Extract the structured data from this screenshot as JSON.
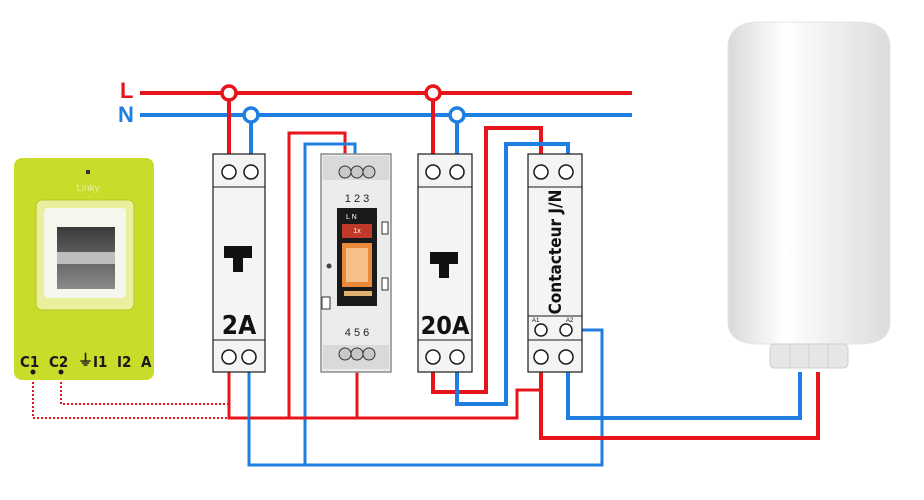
{
  "bus": {
    "line_label": "L",
    "neutral_label": "N"
  },
  "meter": {
    "brand": "Linky",
    "terminals": [
      "C1",
      "C2",
      "⏚",
      "I1",
      "I2",
      "A"
    ]
  },
  "breaker_small": {
    "rating": "2A"
  },
  "breaker_large": {
    "rating": "20A"
  },
  "relay": {
    "top_terminals": "1 2 3",
    "bottom_terminals": "4 5 6",
    "label_ln": "L  N",
    "label_mode": "1x"
  },
  "contactor": {
    "name": "Contacteur J/N",
    "coil_a1": "A1",
    "coil_a2": "A2"
  },
  "colors": {
    "phase": "#e8141b",
    "neutral": "#1e7fe0",
    "meter_body": "#c9dc2a",
    "module_body": "#f4f4f4",
    "heater_body": "#f2f2f2"
  }
}
